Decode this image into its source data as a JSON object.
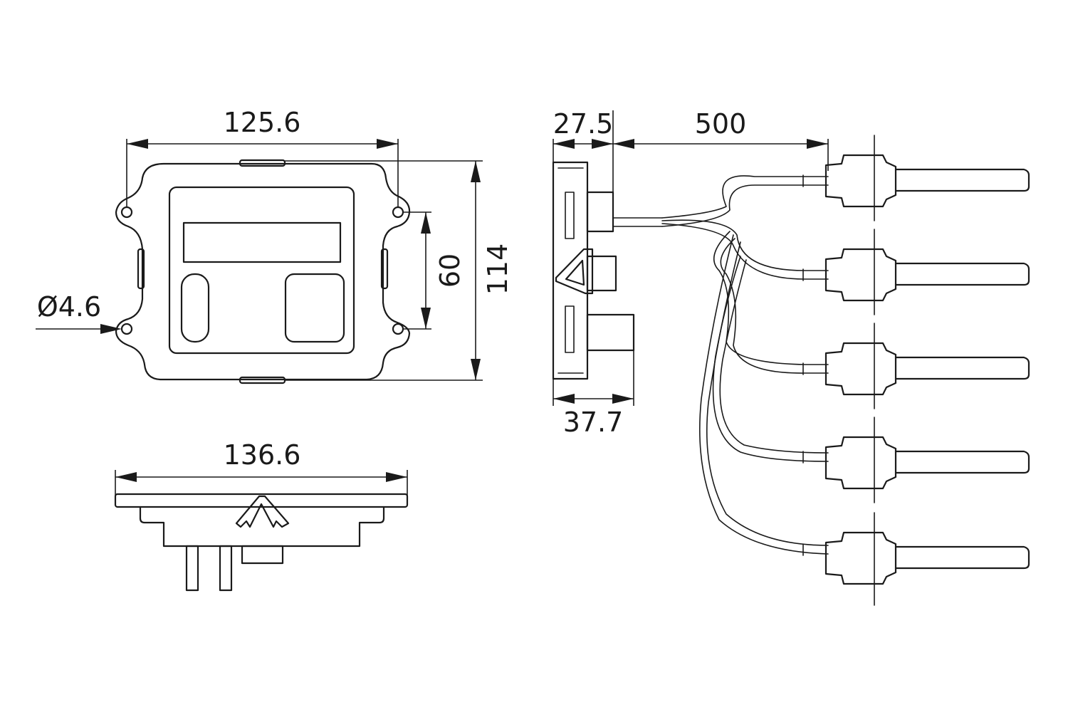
{
  "dimensions": {
    "front_width": "125.6",
    "hole_spacing": "60",
    "front_height": "114",
    "hole_diameter": "Ø4.6",
    "bottom_width": "136.6",
    "side_depth": "27.5",
    "cable_length": "500",
    "side_total_depth": "37.7"
  }
}
